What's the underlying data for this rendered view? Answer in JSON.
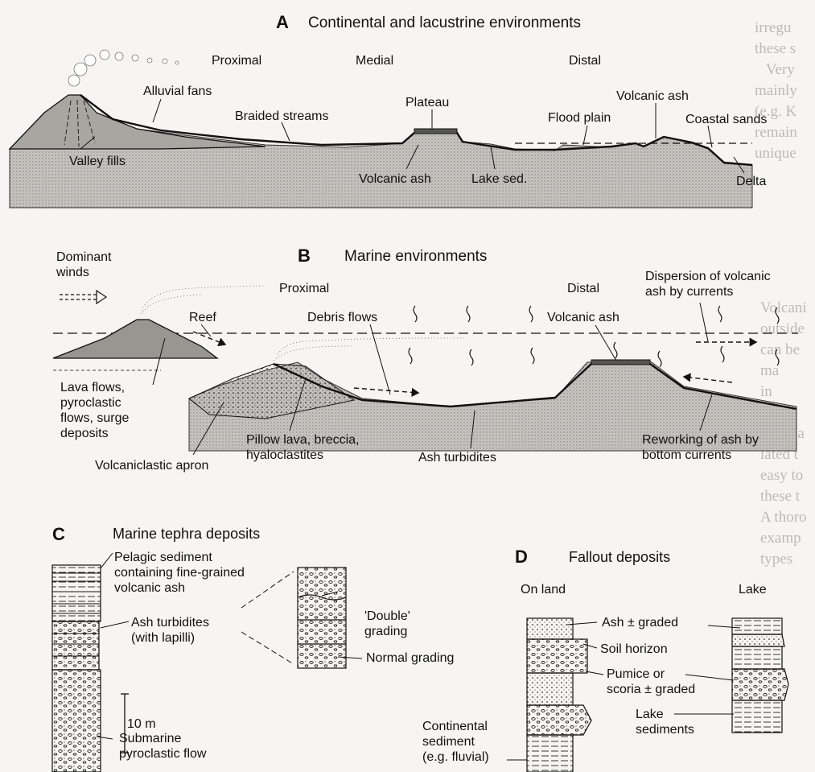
{
  "panels": {
    "A": {
      "letter": "A",
      "title": "Continental and lacustrine environments",
      "zones": {
        "proximal": "Proximal",
        "medial": "Medial",
        "distal": "Distal"
      },
      "labels": {
        "alluvial_fans": "Alluvial fans",
        "braided_streams": "Braided streams",
        "plateau": "Plateau",
        "flood_plain": "Flood plain",
        "volcanic_ash_top": "Volcanic ash",
        "coastal_sands": "Coastal sands",
        "valley_fills": "Valley fills",
        "volcanic_ash_bottom": "Volcanic ash",
        "lake_sed": "Lake sed.",
        "delta": "Delta"
      }
    },
    "B": {
      "letter": "B",
      "title": "Marine environments",
      "labels": {
        "dominant_winds": "Dominant\nwinds",
        "proximal": "Proximal",
        "distal": "Distal",
        "dispersion": "Dispersion of volcanic\nash by currents",
        "reef": "Reef",
        "debris_flows": "Debris flows",
        "volcanic_ash": "Volcanic ash",
        "lava_flows": "Lava flows,\npyroclastic\nflows, surge\ndeposits",
        "volcaniclastic_apron": "Volcaniclastic apron",
        "pillow_lava": "Pillow lava, breccia,\nhyaloclastites",
        "ash_turbidites": "Ash turbidites",
        "reworking": "Reworking of ash by\nbottom currents"
      }
    },
    "C": {
      "letter": "C",
      "title": "Marine tephra deposits",
      "labels": {
        "pelagic": "Pelagic sediment\ncontaining fine-grained\nvolcanic ash",
        "ash_turbidites": "Ash turbidites\n(with lapilli)",
        "double_grading": "'Double'\ngrading",
        "normal_grading": "Normal grading",
        "scale": "10 m",
        "submarine": "Submarine\npyroclastic flow"
      }
    },
    "D": {
      "letter": "D",
      "title": "Fallout deposits",
      "labels": {
        "on_land": "On land",
        "lake": "Lake",
        "ash_graded": "Ash ± graded",
        "soil_horizon": "Soil horizon",
        "pumice": "Pumice or\nscoria ± graded",
        "lake_sediments": "Lake\nsediments",
        "continental": "Continental\nsediment\n(e.g. fluvial)"
      }
    }
  },
  "colors": {
    "ink": "#111111",
    "paper": "#f6f5f3",
    "shade": "#b9b6b1",
    "bleed": "#8e8a85"
  }
}
